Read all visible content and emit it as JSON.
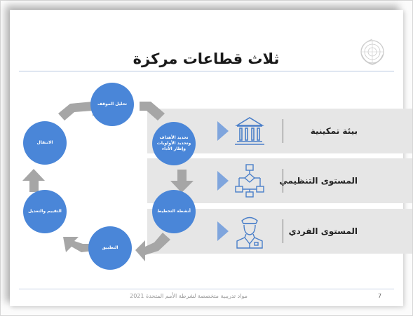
{
  "slide": {
    "title": "ثلاث قطاعات مركزة",
    "footer_text": "مواد تدريبية متخصصة لشرطة الأمم المتحدة 2021",
    "page_number": "7"
  },
  "sectors": [
    {
      "label": "بيئة تمكينية",
      "icon": "institution-building-icon"
    },
    {
      "label": "المستوى التنظيمي",
      "icon": "flowchart-icon"
    },
    {
      "label": "المستوى الفردي",
      "icon": "police-officer-icon"
    }
  ],
  "cycle": {
    "stages": [
      {
        "label": "تحليل الموقف"
      },
      {
        "label": "تحديد الأهداف وتحديد الأولويات وإطار الأداء"
      },
      {
        "label": "أنشطة التخطيط"
      },
      {
        "label": "التطبيق"
      },
      {
        "label": "التقييم والتعديل"
      },
      {
        "label": "الانتقال"
      }
    ]
  },
  "colors": {
    "circle": "#4a86d8",
    "arrow": "#a6a6a6",
    "band": "#e6e6e6",
    "chevron": "#7fa5dd",
    "icon": "#4a7fc9"
  }
}
